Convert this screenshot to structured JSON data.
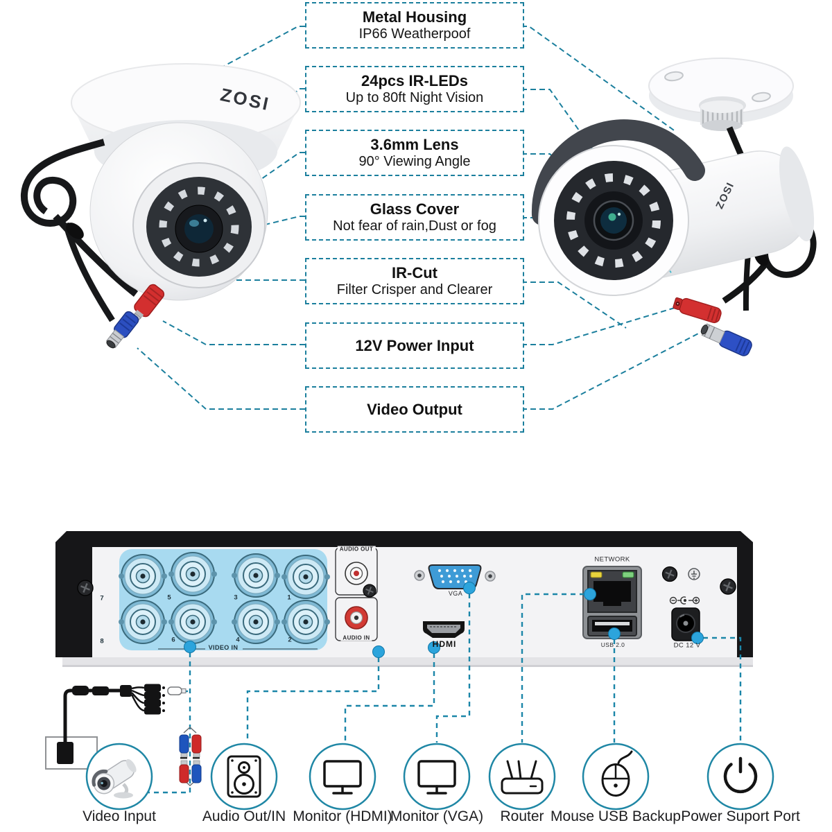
{
  "brand": "ZOSI",
  "callouts": [
    {
      "title": "Metal Housing",
      "subtitle": "IP66 Weatherpoof"
    },
    {
      "title": "24pcs IR-LEDs",
      "subtitle": "Up to 80ft Night Vision"
    },
    {
      "title": "3.6mm Lens",
      "subtitle": "90° Viewing Angle"
    },
    {
      "title": "Glass Cover",
      "subtitle": "Not fear of rain,Dust or fog"
    },
    {
      "title": "IR-Cut",
      "subtitle": "Filter Crisper and Clearer"
    },
    {
      "title": "12V Power Input",
      "subtitle": ""
    },
    {
      "title": "Video Output",
      "subtitle": ""
    }
  ],
  "dvr": {
    "video_in_label": "VIDEO IN",
    "channel_numbers": [
      "7",
      "5",
      "3",
      "1",
      "8",
      "6",
      "4",
      "2"
    ],
    "audio_out_label": "AUDIO OUT",
    "audio_in_label": "AUDIO IN",
    "vga_label": "VGA",
    "hdmi_label": "HDMI",
    "network_label": "NETWORK",
    "usb_label": "USB 2.0",
    "power_label": "DC 12 V"
  },
  "connections": [
    {
      "label": "Video Input"
    },
    {
      "label": "Audio Out/IN"
    },
    {
      "label": "Monitor (HDMI)"
    },
    {
      "label": "Monitor (VGA)"
    },
    {
      "label": "Router"
    },
    {
      "label": "Mouse USB Backup"
    },
    {
      "label": "Power Suport Port"
    }
  ],
  "colors": {
    "callout_teal": "#1b7f9d",
    "route_dot_blue": "#2ca4dc",
    "video_in_zone": "#a8daf0",
    "vga_port_blue": "#3e9bd6",
    "connector_red": "#cf2a2a",
    "connector_blue": "#1e55bd"
  }
}
